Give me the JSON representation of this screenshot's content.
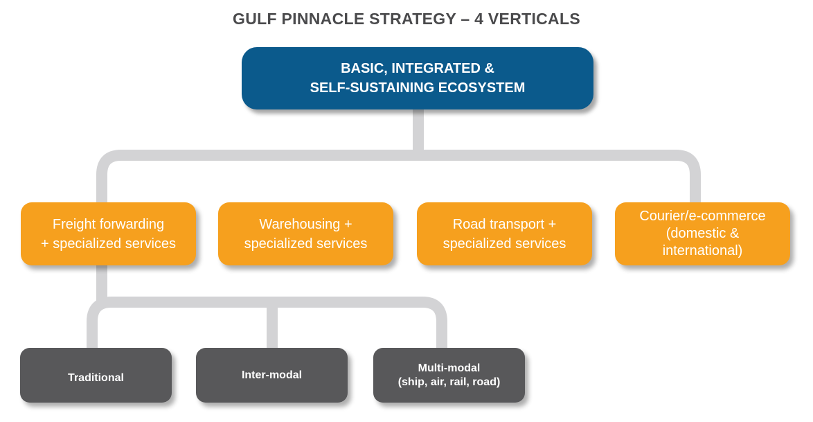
{
  "title": "GULF PINNACLE STRATEGY – 4 VERTICALS",
  "root": {
    "lines": [
      "BASIC, INTEGRATED &",
      "SELF-SUSTAINING ECOSYSTEM"
    ]
  },
  "verticals": [
    {
      "lines": [
        "Freight forwarding",
        "+ specialized services"
      ]
    },
    {
      "lines": [
        "Warehousing +",
        "specialized services"
      ]
    },
    {
      "lines": [
        "Road transport  +",
        "specialized services"
      ]
    },
    {
      "lines": [
        "Courier/e-commerce",
        "(domestic &",
        "international)"
      ]
    }
  ],
  "freight_modes": [
    {
      "lines": [
        "Traditional"
      ]
    },
    {
      "lines": [
        "Inter-modal"
      ]
    },
    {
      "lines": [
        "Multi-modal",
        "(ship, air, rail, road)"
      ]
    }
  ],
  "colors": {
    "root_fill": "#0b5a8c",
    "vertical_fill": "#f6a01e",
    "mode_fill": "#58585a",
    "connector": "#d3d3d5",
    "title_text": "#4a4a4c"
  }
}
